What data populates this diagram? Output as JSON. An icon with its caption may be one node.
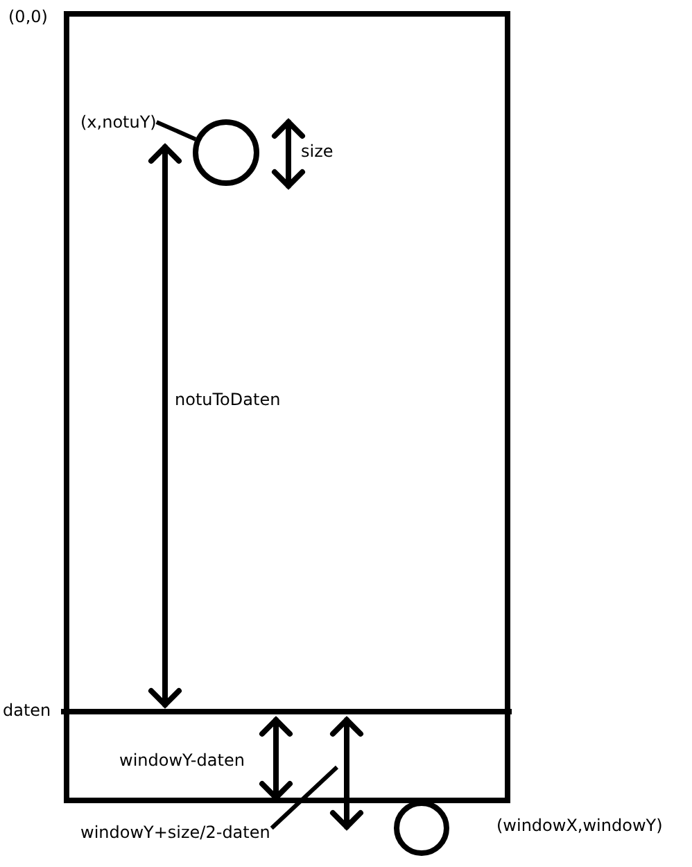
{
  "diagram": {
    "nodes": [
      {
        "text": [
          "(x,notuY)"
        ]
      },
      {
        "text": [],
        "shape": "circle"
      },
      {
        "text": [
          "windowY+size/2-daten"
        ]
      },
      {
        "text": [],
        "shape": "circle",
        "beside": [
          "(windowX,windowY)"
        ]
      }
    ],
    "edges": [
      {
        "from": 0,
        "to": 1,
        "arrow": "none"
      },
      {
        "from": 2,
        "to": null,
        "arrow": "none"
      }
    ],
    "labels": [
      "(0,0)",
      "size",
      "notuToDaten",
      "daten",
      "windowY-daten"
    ]
  }
}
